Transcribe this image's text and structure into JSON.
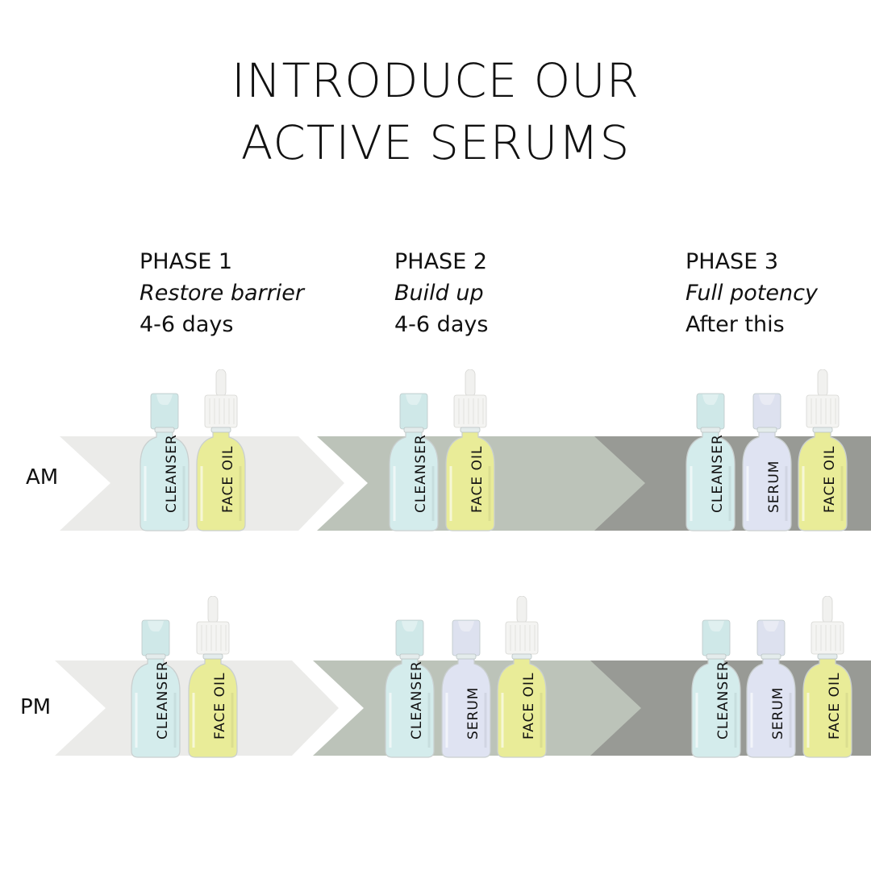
{
  "title": {
    "line1": "INTRODUCE OUR",
    "line2": "ACTIVE SERUMS"
  },
  "phases": [
    {
      "name": "PHASE 1",
      "subtitle": "Restore barrier",
      "duration": "4-6 days"
    },
    {
      "name": "PHASE 2",
      "subtitle": "Build up",
      "duration": "4-6 days"
    },
    {
      "name": "PHASE 3",
      "subtitle": "Full potency",
      "duration": "After this"
    }
  ],
  "rows": [
    {
      "label": "AM",
      "phases": [
        [
          "CLEANSER",
          "FACE OIL"
        ],
        [
          "CLEANSER",
          "FACE OIL"
        ],
        [
          "CLEANSER",
          "SERUM",
          "FACE OIL"
        ]
      ]
    },
    {
      "label": "PM",
      "phases": [
        [
          "CLEANSER",
          "FACE OIL"
        ],
        [
          "CLEANSER",
          "SERUM",
          "FACE OIL"
        ],
        [
          "CLEANSER",
          "SERUM",
          "FACE OIL"
        ]
      ]
    }
  ],
  "colors": {
    "phase1_band": "#ebebe9",
    "phase2_band": "#bcc3b9",
    "phase3_band": "#989a95",
    "cleanser": "#d4ecec",
    "serum": "#dfe3f2",
    "face_oil": "#e9ec98"
  }
}
